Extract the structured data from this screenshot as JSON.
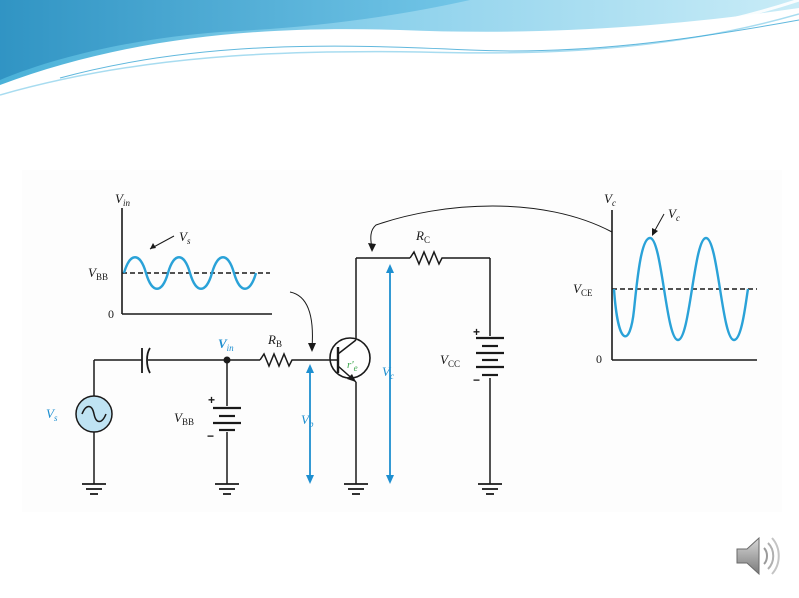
{
  "diagram": {
    "input_graph": {
      "y_axis_label": "V",
      "y_axis_sub": "in",
      "signal_label": "V",
      "signal_sub": "s",
      "dc_level_label": "V",
      "dc_level_sub": "BB",
      "origin_label": "0"
    },
    "output_graph": {
      "y_axis_label": "V",
      "y_axis_sub": "c",
      "signal_label": "V",
      "signal_sub": "c",
      "dc_level_label": "V",
      "dc_level_sub": "CE",
      "origin_label": "0"
    },
    "circuit": {
      "source_label": "V",
      "source_sub": "s",
      "vin_label": "V",
      "vin_sub": "in",
      "rb_label": "R",
      "rb_sub": "B",
      "vbb_label": "V",
      "vbb_sub": "BB",
      "vb_label": "V",
      "vb_sub": "b",
      "re_label": "r'",
      "re_sub": "e",
      "vc_label": "V",
      "vc_sub": "c",
      "rc_label": "R",
      "rc_sub": "C",
      "vcc_label": "V",
      "vcc_sub": "CC",
      "plus_sign": "+",
      "minus_sign": "−"
    },
    "colors": {
      "signal_blue": "#2aa2d8",
      "label_blue": "#1e8fd0",
      "wire": "#1a1a1a"
    }
  },
  "speaker_icon": "speaker-icon"
}
